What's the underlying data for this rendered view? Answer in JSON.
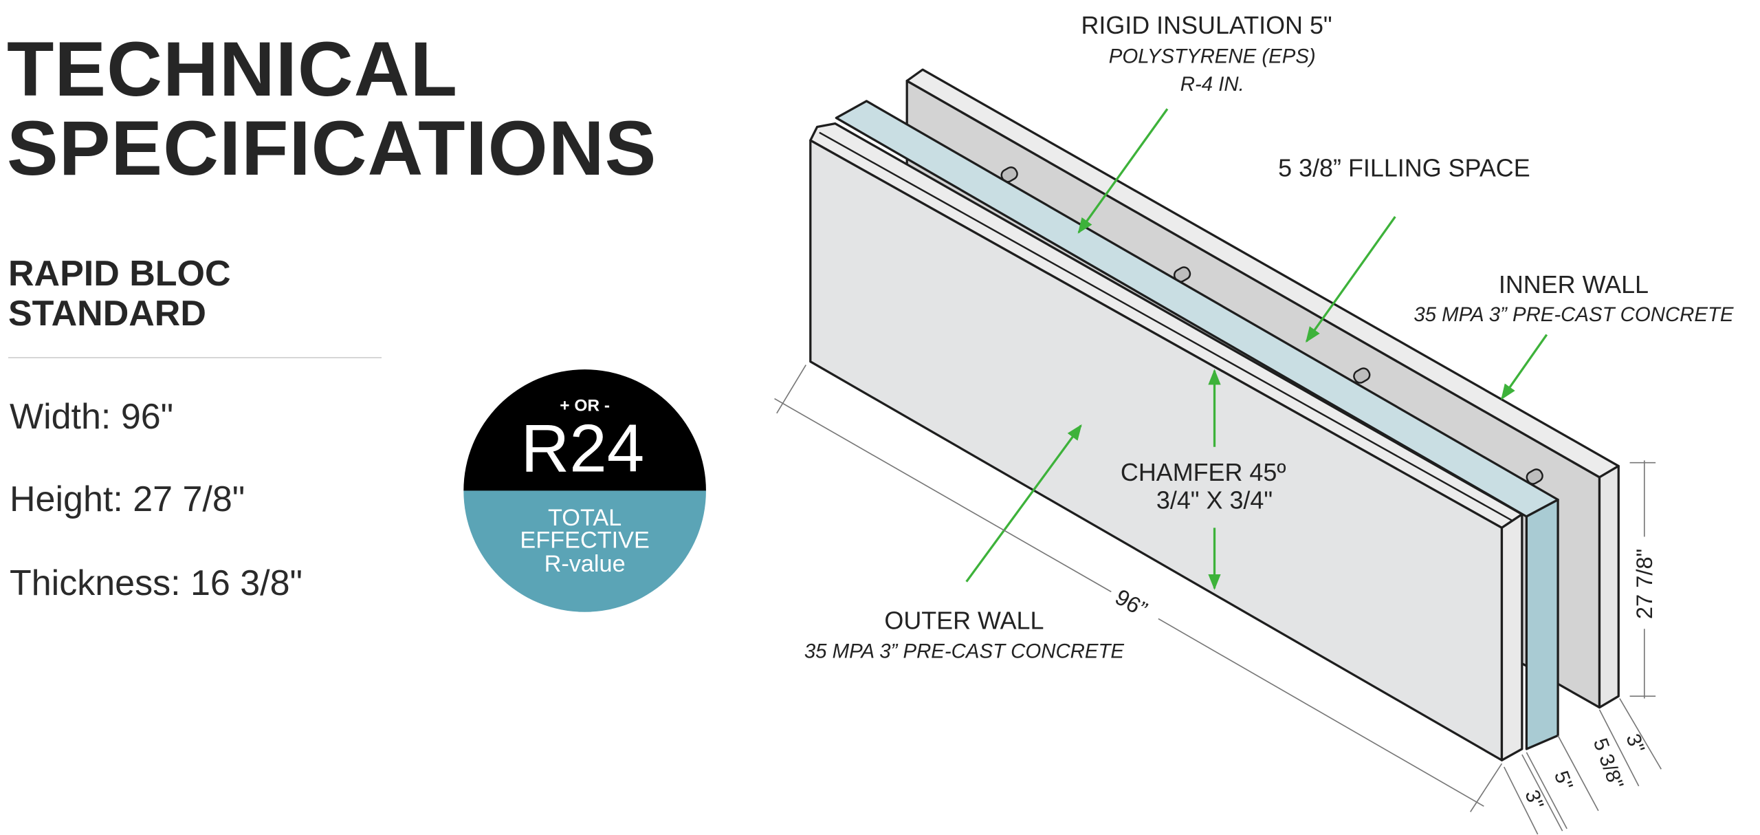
{
  "header": {
    "title_line1": "TECHNICAL",
    "title_line2": "SPECIFICATIONS"
  },
  "product": {
    "name_line1": "RAPID BLOC",
    "name_line2": "STANDARD"
  },
  "specs": [
    {
      "text": "Width: 96\""
    },
    {
      "text": "Height: 27 7/8\""
    },
    {
      "text": "Thickness: 16 3/8\""
    }
  ],
  "badge": {
    "prefix": "+ OR -",
    "value": "R24",
    "line1": "TOTAL",
    "line2": "EFFECTIVE",
    "line3": "R-value",
    "top_color": "#000000",
    "bottom_color": "#5ba4b6"
  },
  "diagram": {
    "insulation": {
      "title": "RIGID INSULATION 5\"",
      "line2": "POLYSTYRENE (EPS)",
      "line3": "R-4 IN."
    },
    "filling": {
      "title": "5 3/8” FILLING SPACE"
    },
    "inner_wall": {
      "title": "INNER WALL",
      "line2": "35 MPA 3” PRE-CAST CONCRETE"
    },
    "chamfer": {
      "title": "CHAMFER 45º",
      "line2": "3/4\" X 3/4\""
    },
    "outer_wall": {
      "title": "OUTER WALL",
      "line2": "35 MPA 3” PRE-CAST CONCRETE"
    },
    "dims": {
      "width": "96”",
      "height": "27 7/8\"",
      "outer_thickness": "3\"",
      "insulation_thickness": "5\"",
      "filling_thickness": "5 3/8\"",
      "inner_thickness": "3\""
    },
    "arrow_color": "#3db23a",
    "insulation_color": "#c9dee3"
  }
}
